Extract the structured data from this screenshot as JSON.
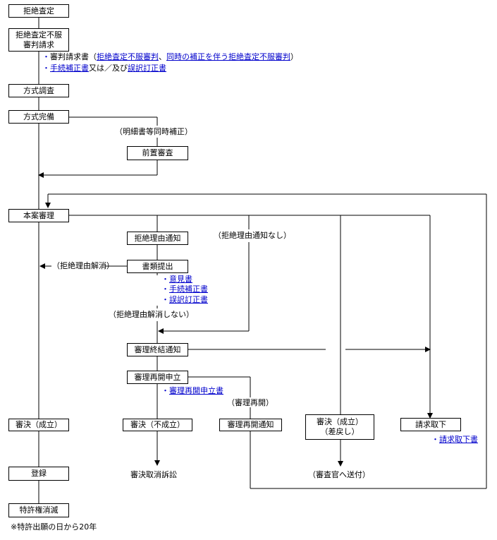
{
  "boxes": {
    "rejection": "拒絶査定",
    "appeal_request": "拒絶査定不服\n審判請求",
    "formality_check": "方式調査",
    "formality_done": "方式完備",
    "pre_exam": "前置審査",
    "main_exam": "本案審理",
    "rejection_reason_notice": "拒絶理由通知",
    "doc_submission": "書類提出",
    "exam_end_notice": "審理終結通知",
    "exam_reopen_request": "審理再開申立",
    "decision_granted": "審決（成立）",
    "decision_not_granted": "審決（不成立）",
    "reopen_notice": "審理再開通知",
    "decision_remand": "審決（成立）\n（差戻し）",
    "withdrawal": "請求取下",
    "registration": "登録",
    "patent_expiry": "特許権消滅"
  },
  "labels": {
    "amendment": "（明細書等同時補正）",
    "no_rejection_reason": "（拒絶理由通知なし）",
    "reason_resolved": "（拒絶理由解消）",
    "reason_not_resolved": "（拒絶理由解消しない）",
    "reopened": "（審理再開）",
    "revocation_suit": "審決取消訴訟",
    "to_examiner": "（審査官へ送付）",
    "footnote": "※特許出願の日から20年"
  },
  "notes": {
    "request_docs": {
      "bullet": "・",
      "prefix": "審判請求書（",
      "link1": "拒絶査定不服審判",
      "sep": "、",
      "link2": "同時の補正を伴う拒絶査定不服審判",
      "suffix": "）"
    },
    "amend_docs": {
      "bullet": "・",
      "link1": "手続補正書",
      "mid": "又は／及び",
      "link2": "誤訳訂正書"
    },
    "submission_docs": [
      {
        "bullet": "・",
        "link": "意見書"
      },
      {
        "bullet": "・",
        "link": "手続補正書"
      },
      {
        "bullet": "・",
        "link": "誤訳訂正書"
      }
    ],
    "reopen_doc": {
      "bullet": "・",
      "link": "審理再開申立書"
    },
    "withdrawal_doc": {
      "bullet": "・",
      "link": "請求取下書"
    }
  },
  "colors": {
    "link": "#0000cc",
    "line": "#000000"
  }
}
